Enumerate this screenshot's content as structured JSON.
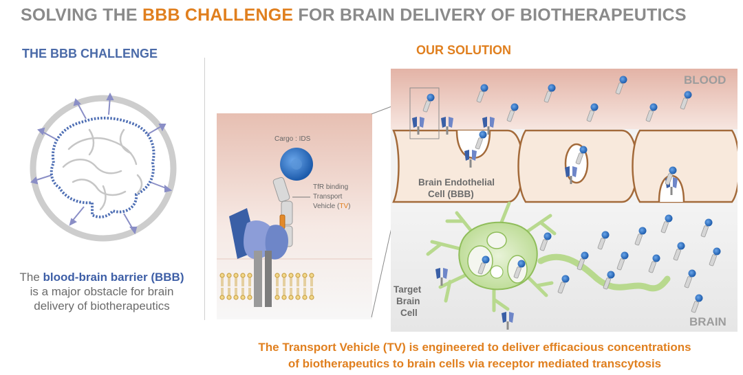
{
  "title": {
    "part1": "SOLVING THE ",
    "highlight": "BBB CHALLENGE",
    "part2": " FOR BRAIN DELIVERY OF BIOTHERAPEUTICS"
  },
  "left": {
    "heading": "THE BBB CHALLENGE",
    "caption_pre": "The ",
    "caption_highlight": "blood-brain barrier (BBB)",
    "caption_line2": "is a major obstacle for brain",
    "caption_line3": "delivery of biotherapeutics"
  },
  "middle": {
    "cargo_label": "Cargo : IDS",
    "tv_line1": "TfR binding",
    "tv_line2": "Transport",
    "tv_line3_pre": "Vehicle (",
    "tv_line3_hl": "TV",
    "tv_line3_post": ")"
  },
  "right": {
    "heading": "OUR SOLUTION",
    "blood_label": "BLOOD",
    "brain_label": "BRAIN",
    "endothelial_line1": "Brain Endothelial",
    "endothelial_line2": "Cell (BBB)",
    "target_line1": "Target",
    "target_line2": "Brain",
    "target_line3": "Cell"
  },
  "bottom": {
    "line1": "The Transport Vehicle (TV) is engineered to deliver efficacious concentrations",
    "line2": "of biotherapeutics to brain cells via receptor mediated transcytosis"
  },
  "colors": {
    "orange": "#e07f1e",
    "blue_heading": "#4a6aa8",
    "title_gray": "#8a8a8a",
    "cargo_blue": "#2f6fc0",
    "cell_fill": "#f8e9dc",
    "cell_stroke": "#a36a3a",
    "neuron_green": "#c9e2a8"
  }
}
